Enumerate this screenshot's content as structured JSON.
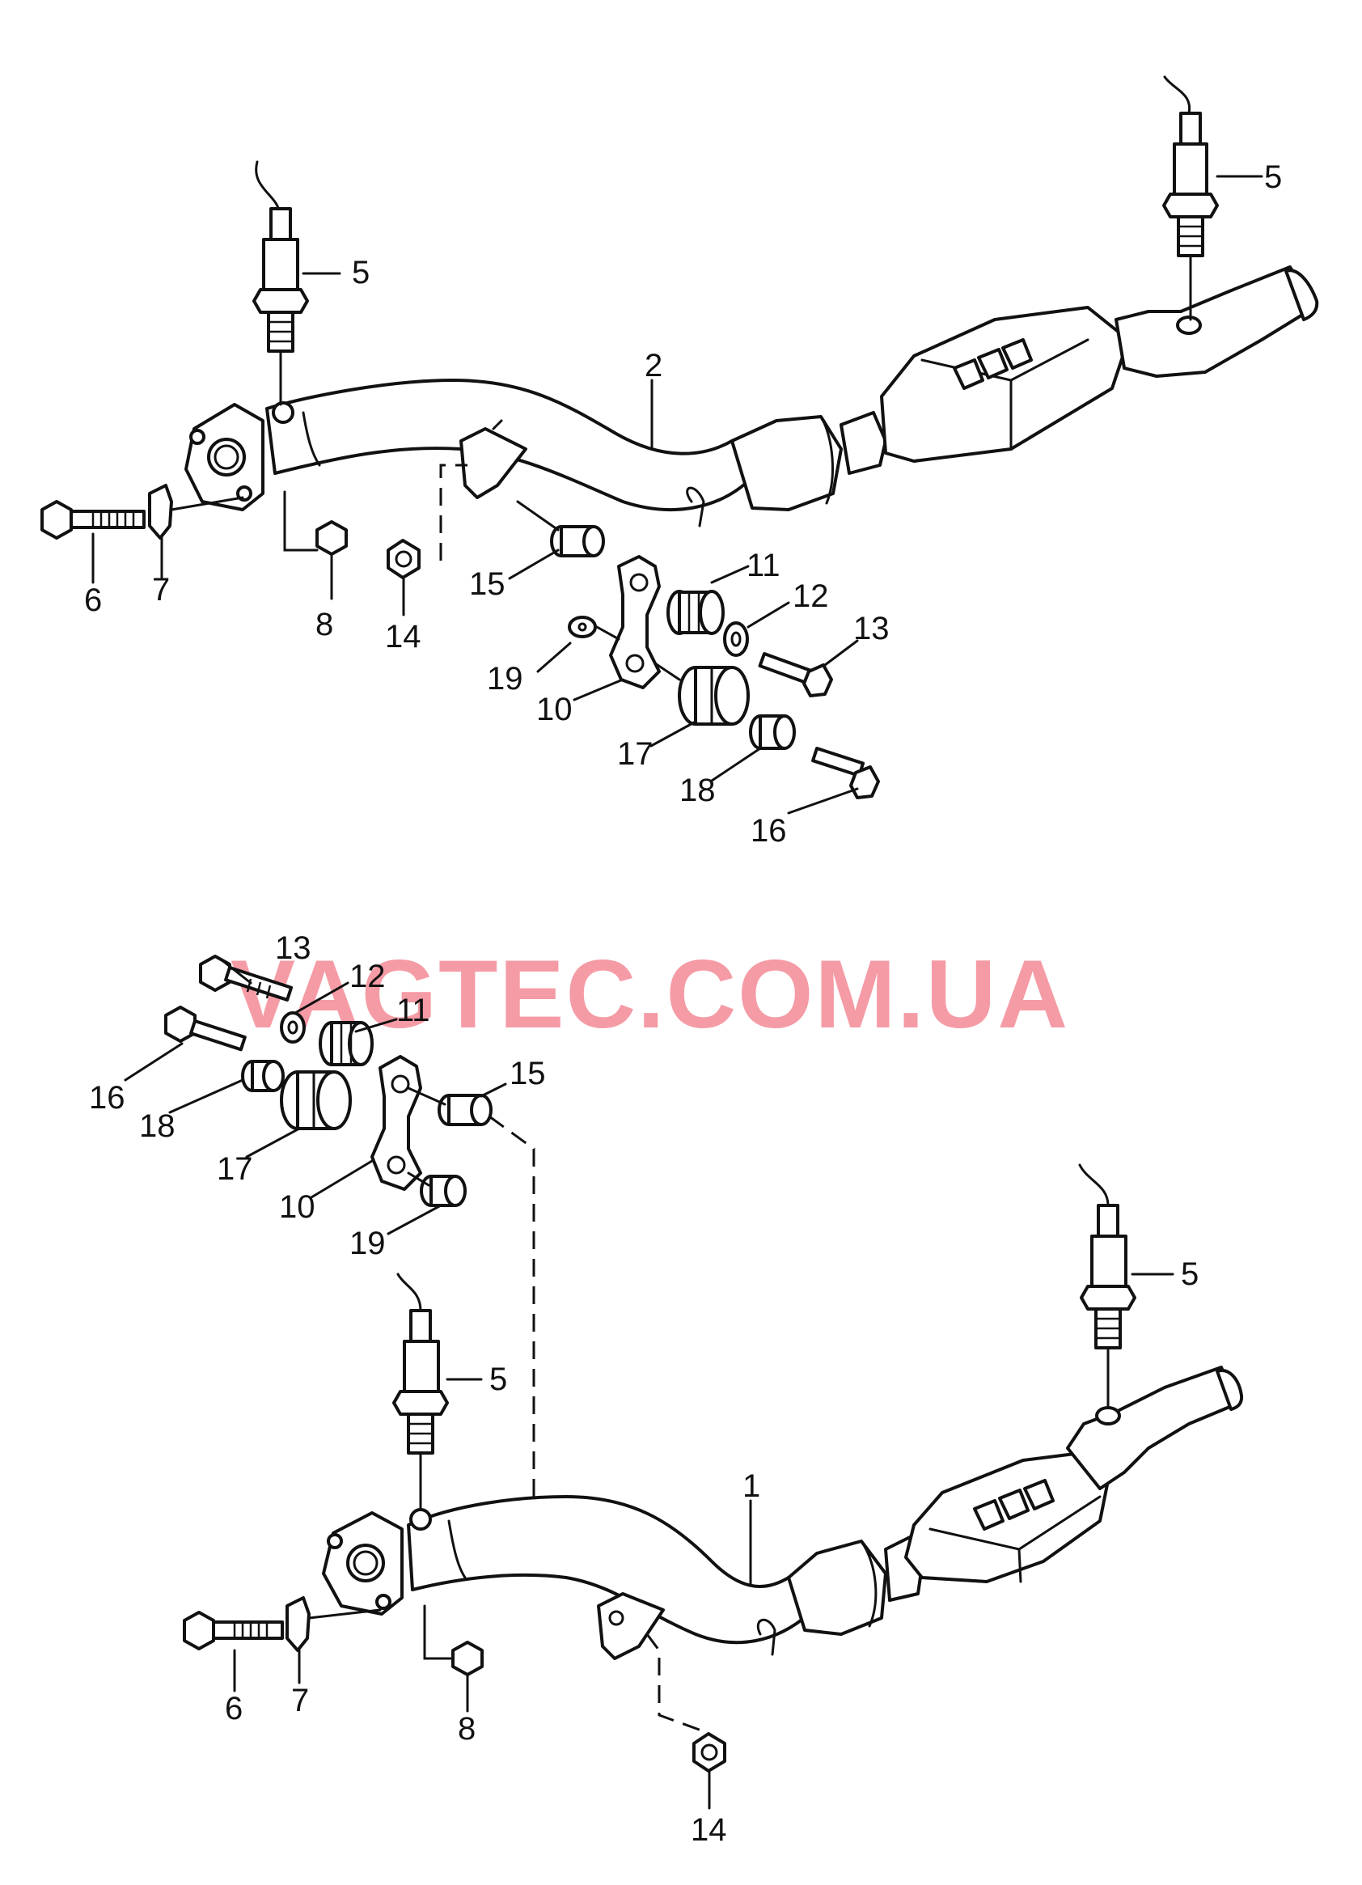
{
  "watermark": "VAGTEC.COM.UA",
  "top_assembly": {
    "labels": {
      "pipe": "2",
      "sensor_left": "5",
      "sensor_right": "5",
      "bolt": "6",
      "clamp": "7",
      "nut_flange": "8",
      "bracket": "10",
      "bushing_small": "11",
      "washer": "12",
      "bolt_small": "13",
      "nut": "14",
      "spacer": "15",
      "bolt_long": "16",
      "bushing_large": "17",
      "washer_large": "18",
      "washer_small": "19"
    }
  },
  "bottom_assembly": {
    "labels": {
      "pipe": "1",
      "sensor_left": "5",
      "sensor_right": "5",
      "bolt": "6",
      "clamp": "7",
      "nut_flange": "8",
      "bracket": "10",
      "bushing_small": "11",
      "washer": "12",
      "bolt_small": "13",
      "nut": "14",
      "spacer": "15",
      "bolt_long": "16",
      "bushing_large": "17",
      "washer_large": "18",
      "washer_small": "19"
    }
  }
}
